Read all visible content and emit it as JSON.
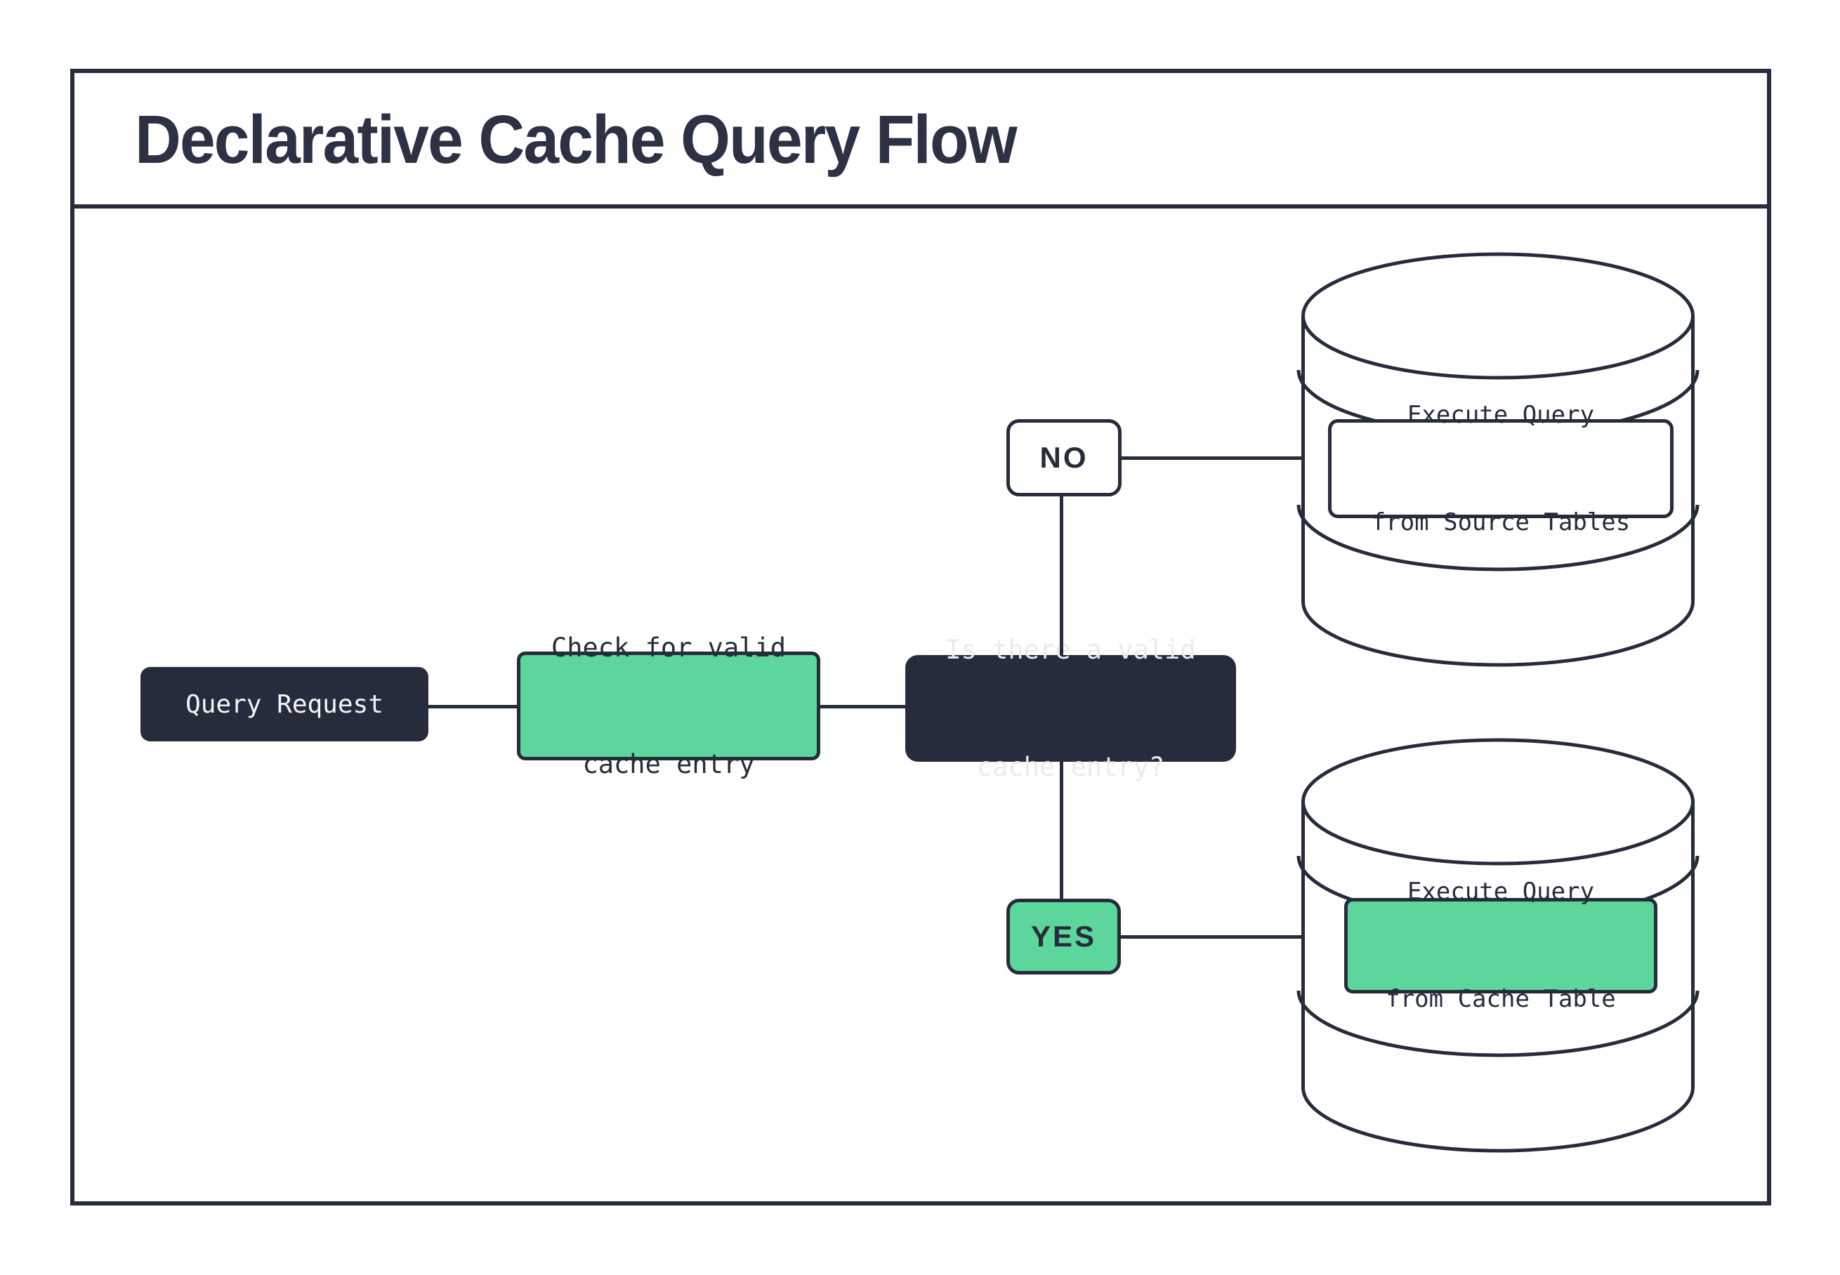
{
  "header": {
    "title": "Declarative Cache Query Flow"
  },
  "colors": {
    "ink": "#272C3C",
    "green": "#5CD69A",
    "white": "#FFFFFF",
    "light_text": "#F4F5F7"
  },
  "nodes": {
    "query_request": {
      "label": "Query Request"
    },
    "check_cache": {
      "line1": "Check for valid",
      "line2": "cache entry"
    },
    "decision": {
      "line1": "Is there a valid",
      "line2": "cache entry?"
    },
    "branch_no": {
      "label": "NO"
    },
    "branch_yes": {
      "label": "YES"
    },
    "source_db": {
      "line1": "Execute Query",
      "line2": "from Source Tables"
    },
    "cache_db": {
      "line1": "Execute Query",
      "line2": "from Cache Table"
    }
  }
}
